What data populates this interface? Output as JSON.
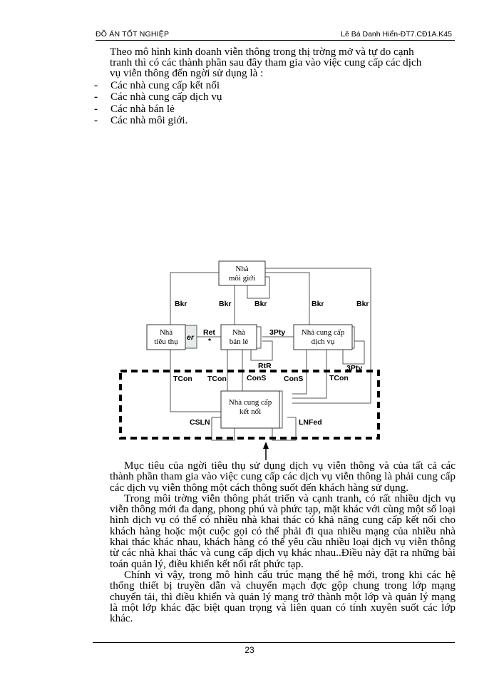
{
  "header": {
    "left": "ĐỒ ÁN TỐT NGHIỆP",
    "right": "Lê Bá Danh  Hiển-ĐT7.CĐ1A.K45"
  },
  "intro": {
    "line1": "Theo mô hình kinh doanh viễn thông trong thị trờng   mở và tự do cạnh",
    "line2": "tranh thì có các thành phần sau đây tham gia vào việc cung cấp các dịch",
    "line3": "vụ viễn thông đến ngời   sử dụng là :"
  },
  "bullets": [
    {
      "marker": "-",
      "text": "Các nhà cung cấp kết nối"
    },
    {
      "marker": "-",
      "text": "Các nhà cung cấp dịch vụ"
    },
    {
      "marker": "-",
      "text": "Các nhà bán lẻ"
    },
    {
      "marker": "-",
      "text": "Các nhà môi giới."
    }
  ],
  "diagram": {
    "boxes": {
      "broker": {
        "line1": "Nhà",
        "line2": "môi giới"
      },
      "consumer": {
        "line1": "Nhà",
        "line2": "tiêu thụ",
        "tab": "er"
      },
      "retailer": {
        "line1": "Nhà",
        "line2": "bán lẻ"
      },
      "service_provider": {
        "line1": "Nhà cung cấp",
        "line2": "dịch vụ"
      },
      "connectivity_provider": {
        "line1": "Nhà cung cấp",
        "line2": "kết nối"
      }
    },
    "labels": {
      "bkr1": "Bkr",
      "bkr2": "Bkr",
      "bkr3": "Bkr",
      "bkr4": "Bkr",
      "bkr5": "Bkr",
      "ret": "Ret",
      "ret_star": "*",
      "pty3_a": "3Pty",
      "pty3_b": "3Pty",
      "rtr": "RtR",
      "tcon1": "TCon",
      "tcon2": "TCon",
      "cons1": "ConS",
      "cons2": "ConS",
      "tcon3": "TCon",
      "csln": "CSLN",
      "lnfed": "LNFed"
    }
  },
  "body": {
    "p1": "Mục tiêu của ngời   tiêu thụ sử dụng dịch vụ viễn thông và của tất cả các thành phần tham gia vào việc cung cấp các dịch vụ viễn thông là phải cung cấp các dịch vụ viễn thông một cách thông suốt đến khách hàng sử dụng.",
    "p2": "Trong môi trờng   viễn thông phát triển và cạnh tranh, có rất nhiều dịch vụ viễn thông mới đa dạng, phong phú và phức tạp, mặt khác với cùng một số loại hình dịch vụ có thể có nhiều nhà khai thác có khả năng cung cấp kết nối cho khách hàng hoặc một cuộc gọi có thể phải đi qua nhiều mạng của nhiều nhà khai thác khác nhau, khách hàng có thể yêu cầu nhiều loại dịch vụ viễn thông từ các nhà khai thác và cung cấp dịch vụ khác nhau..Điều  này đặt ra những bài toán quản lý, điều khiển kết nối rất phức tạp.",
    "p3": "Chính vì vậy, trong mô hình cấu trúc mạng thế hệ mới, trong khi các hệ thống thiết bị truyền dẫn và chuyển mạch đợc   gộp chung trong lớp mạng chuyển tải, thì điều khiển và quản lý mạng trở thành một lớp và quản lý mạng là một lớp khác đặc biệt quan trọng và liên quan có tính xuyên suốt các lớp khác."
  },
  "footer": {
    "page_number": "23"
  }
}
